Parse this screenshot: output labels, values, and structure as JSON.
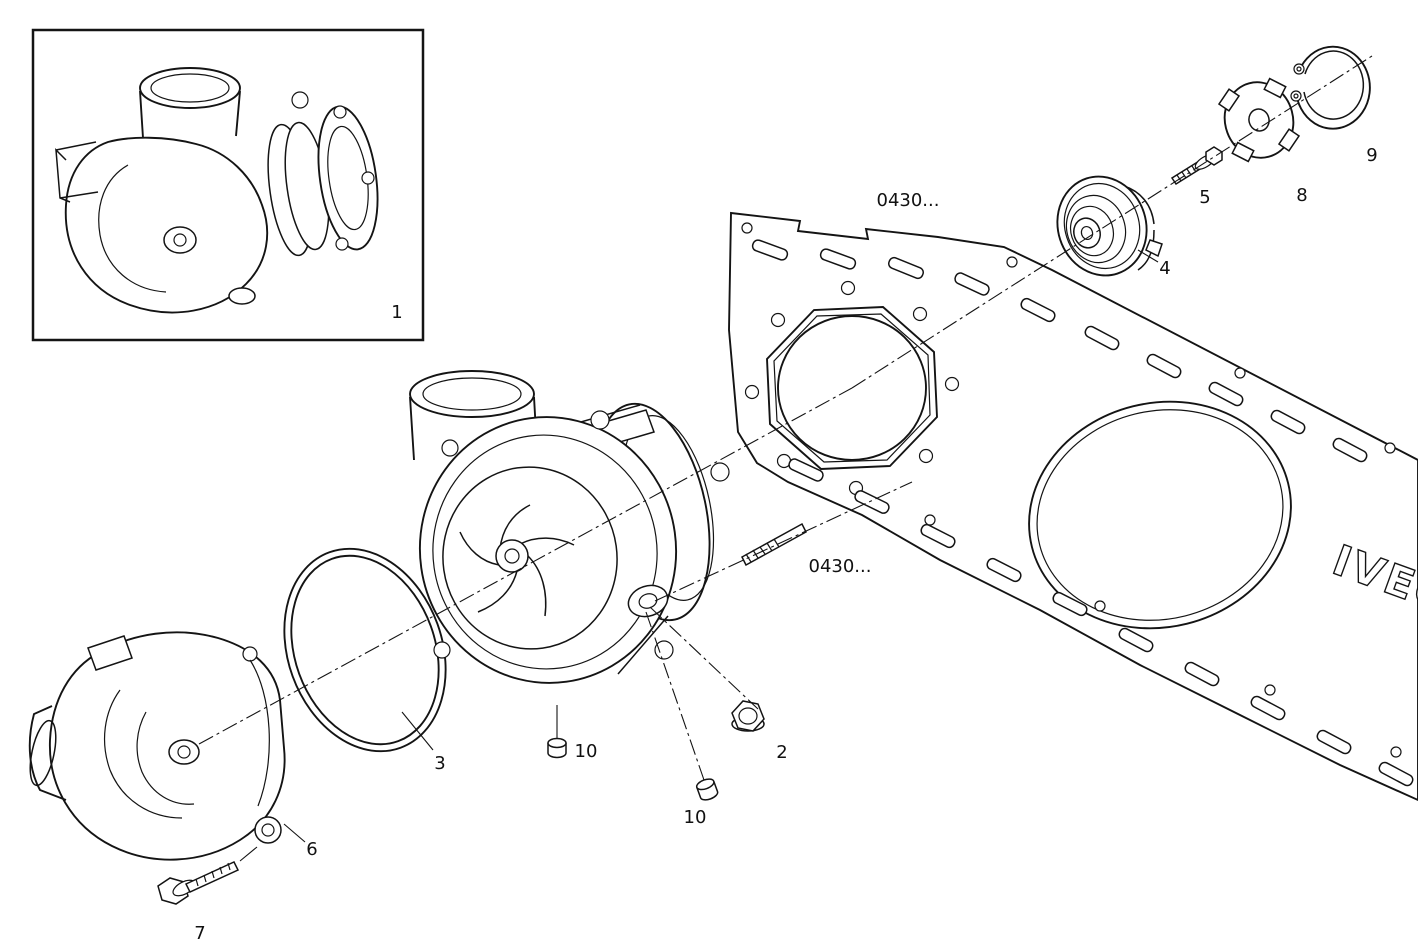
{
  "diagram": {
    "type": "exploded-parts-diagram",
    "callouts": [
      {
        "id": "part-1",
        "text": "1"
      },
      {
        "id": "part-2",
        "text": "2"
      },
      {
        "id": "part-3",
        "text": "3"
      },
      {
        "id": "part-4",
        "text": "4"
      },
      {
        "id": "part-5",
        "text": "5"
      },
      {
        "id": "part-6",
        "text": "6"
      },
      {
        "id": "part-7",
        "text": "7"
      },
      {
        "id": "part-8",
        "text": "8"
      },
      {
        "id": "part-9",
        "text": "9"
      },
      {
        "id": "part-10-upper",
        "text": "10"
      },
      {
        "id": "part-10-lower",
        "text": "10"
      }
    ],
    "references": [
      {
        "id": "ref-gasket",
        "text": "0430..."
      },
      {
        "id": "ref-stud",
        "text": "0430..."
      }
    ],
    "stamp": {
      "text": "IVECO"
    }
  }
}
